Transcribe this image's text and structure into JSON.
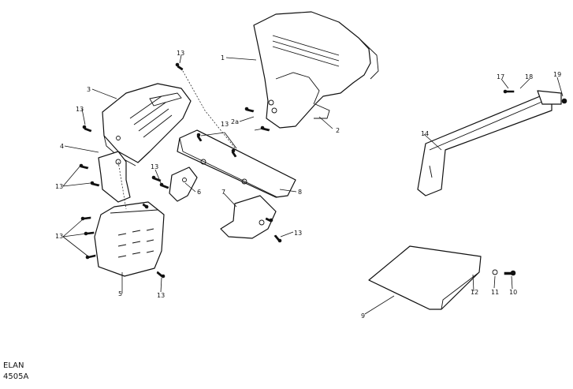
{
  "caption": {
    "model": "ELAN",
    "code": "4505A"
  },
  "callouts": {
    "c1": "1",
    "c2": "2",
    "c2a": "2a",
    "c3": "3",
    "c4": "4",
    "c5": "5",
    "c6": "6",
    "c7": "7",
    "c8": "8",
    "c9": "9",
    "c10": "10",
    "c11": "11",
    "c12": "12",
    "c13": "13",
    "c14": "14",
    "c17": "17",
    "c18": "18",
    "c19": "19"
  }
}
